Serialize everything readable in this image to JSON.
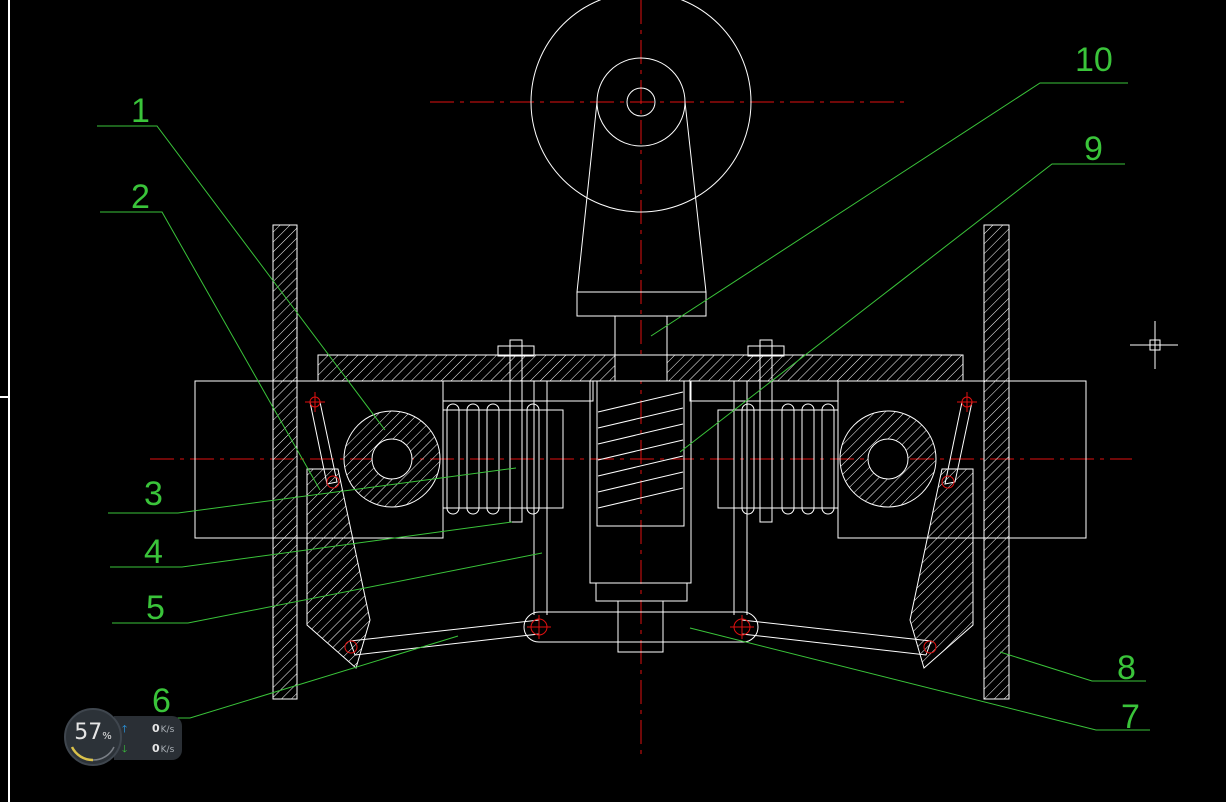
{
  "drawing": {
    "part_labels": [
      "1",
      "2",
      "3",
      "4",
      "5",
      "6",
      "7",
      "8",
      "9",
      "10"
    ]
  },
  "colors": {
    "background": "#000000",
    "geometry": "#ffffff",
    "leader": "#3ac43a",
    "centerline": "#e01010"
  },
  "net_monitor": {
    "cpu_percent": "57",
    "percent_sign": "%",
    "upload_value": "0",
    "upload_unit": "K/s",
    "download_value": "0",
    "download_unit": "K/s",
    "upload_icon": "arrow-up-icon",
    "download_icon": "arrow-down-icon"
  }
}
